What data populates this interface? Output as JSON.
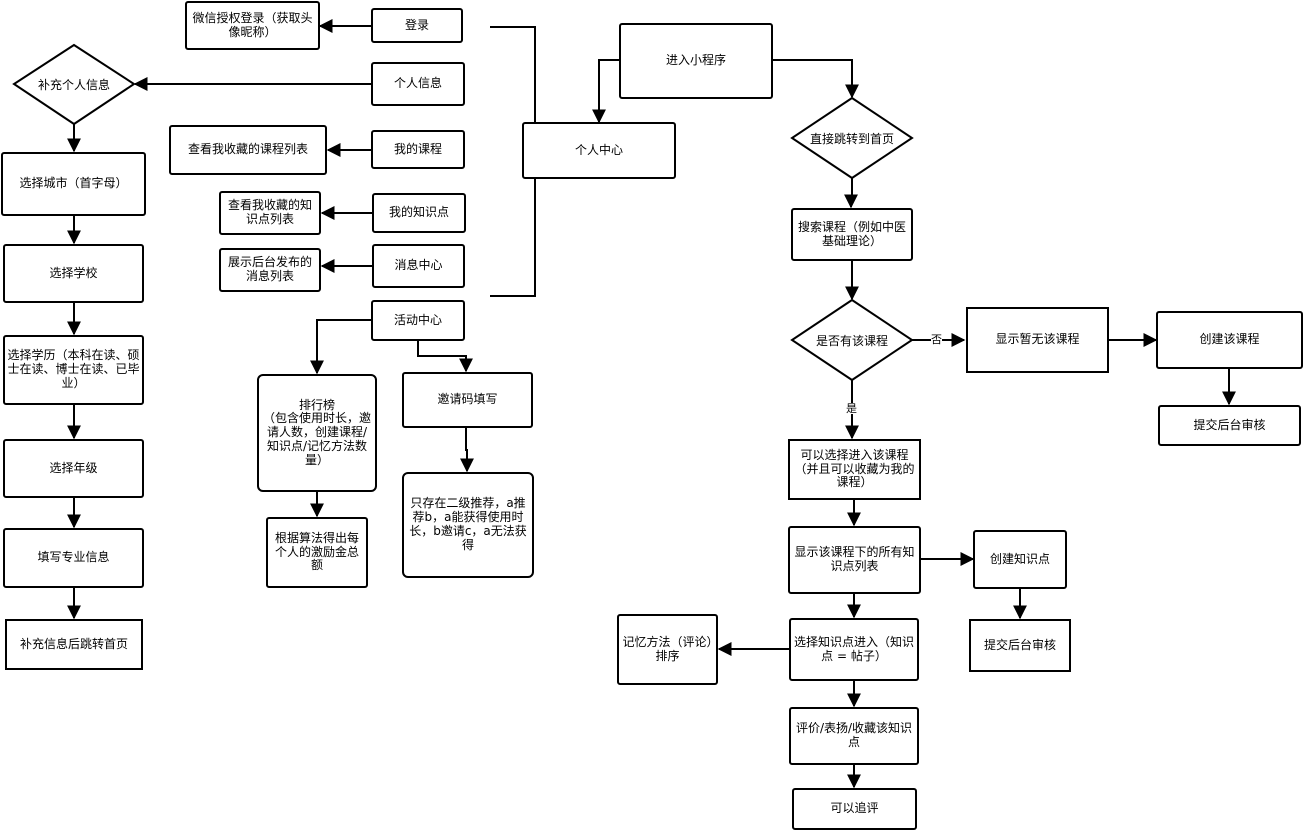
{
  "nodes": {
    "enter": "进入小程序",
    "personal_center": "个人中心",
    "login": "登录",
    "wechat_auth": "微信授权登录（获取头像昵称）",
    "personal_info": "个人信息",
    "supplement": "补充个人信息",
    "select_city": "选择城市（首字母）",
    "select_school": "选择学校",
    "select_degree": "选择学历（本科在读、硕士在读、博士在读、已毕业）",
    "select_grade": "选择年级",
    "fill_major": "填写专业信息",
    "after_supplement": "补充信息后跳转首页",
    "my_courses": "我的课程",
    "view_courses": "查看我收藏的课程列表",
    "my_knowledge": "我的知识点",
    "view_knowledge": "查看我收藏的知识点列表",
    "message_center": "消息中心",
    "show_messages": "展示后台发布的消息列表",
    "activity_center": "活动中心",
    "leaderboard": "排行榜\n（包含使用时长，邀请人数，创建课程/知识点/记忆方法数量）",
    "reward": "根据算法得出每个人的激励金总额",
    "invite_code": "邀请码填写",
    "invite_rule": "只存在二级推荐，a推荐b，a能获得使用时长，b邀请c，a无法获得",
    "home": "直接跳转到首页",
    "search": "搜索课程（例如中医基础理论）",
    "has_course": "是否有该课程",
    "no_course": "显示暂无该课程",
    "create_course": "创建该课程",
    "submit_course": "提交后台审核",
    "enter_course": "可以选择进入该课程（并且可以收藏为我的课程）",
    "show_knowledge": "显示该课程下的所有知识点列表",
    "create_knowledge": "创建知识点",
    "submit_knowledge": "提交后台审核",
    "select_knowledge": "选择知识点进入（知识点 = 帖子）",
    "memory_method": "记忆方法（评论）排序",
    "evaluate": "评价/表扬/收藏该知识点",
    "follow_up": "可以追评"
  },
  "edge_labels": {
    "no": "否",
    "yes": "是"
  }
}
